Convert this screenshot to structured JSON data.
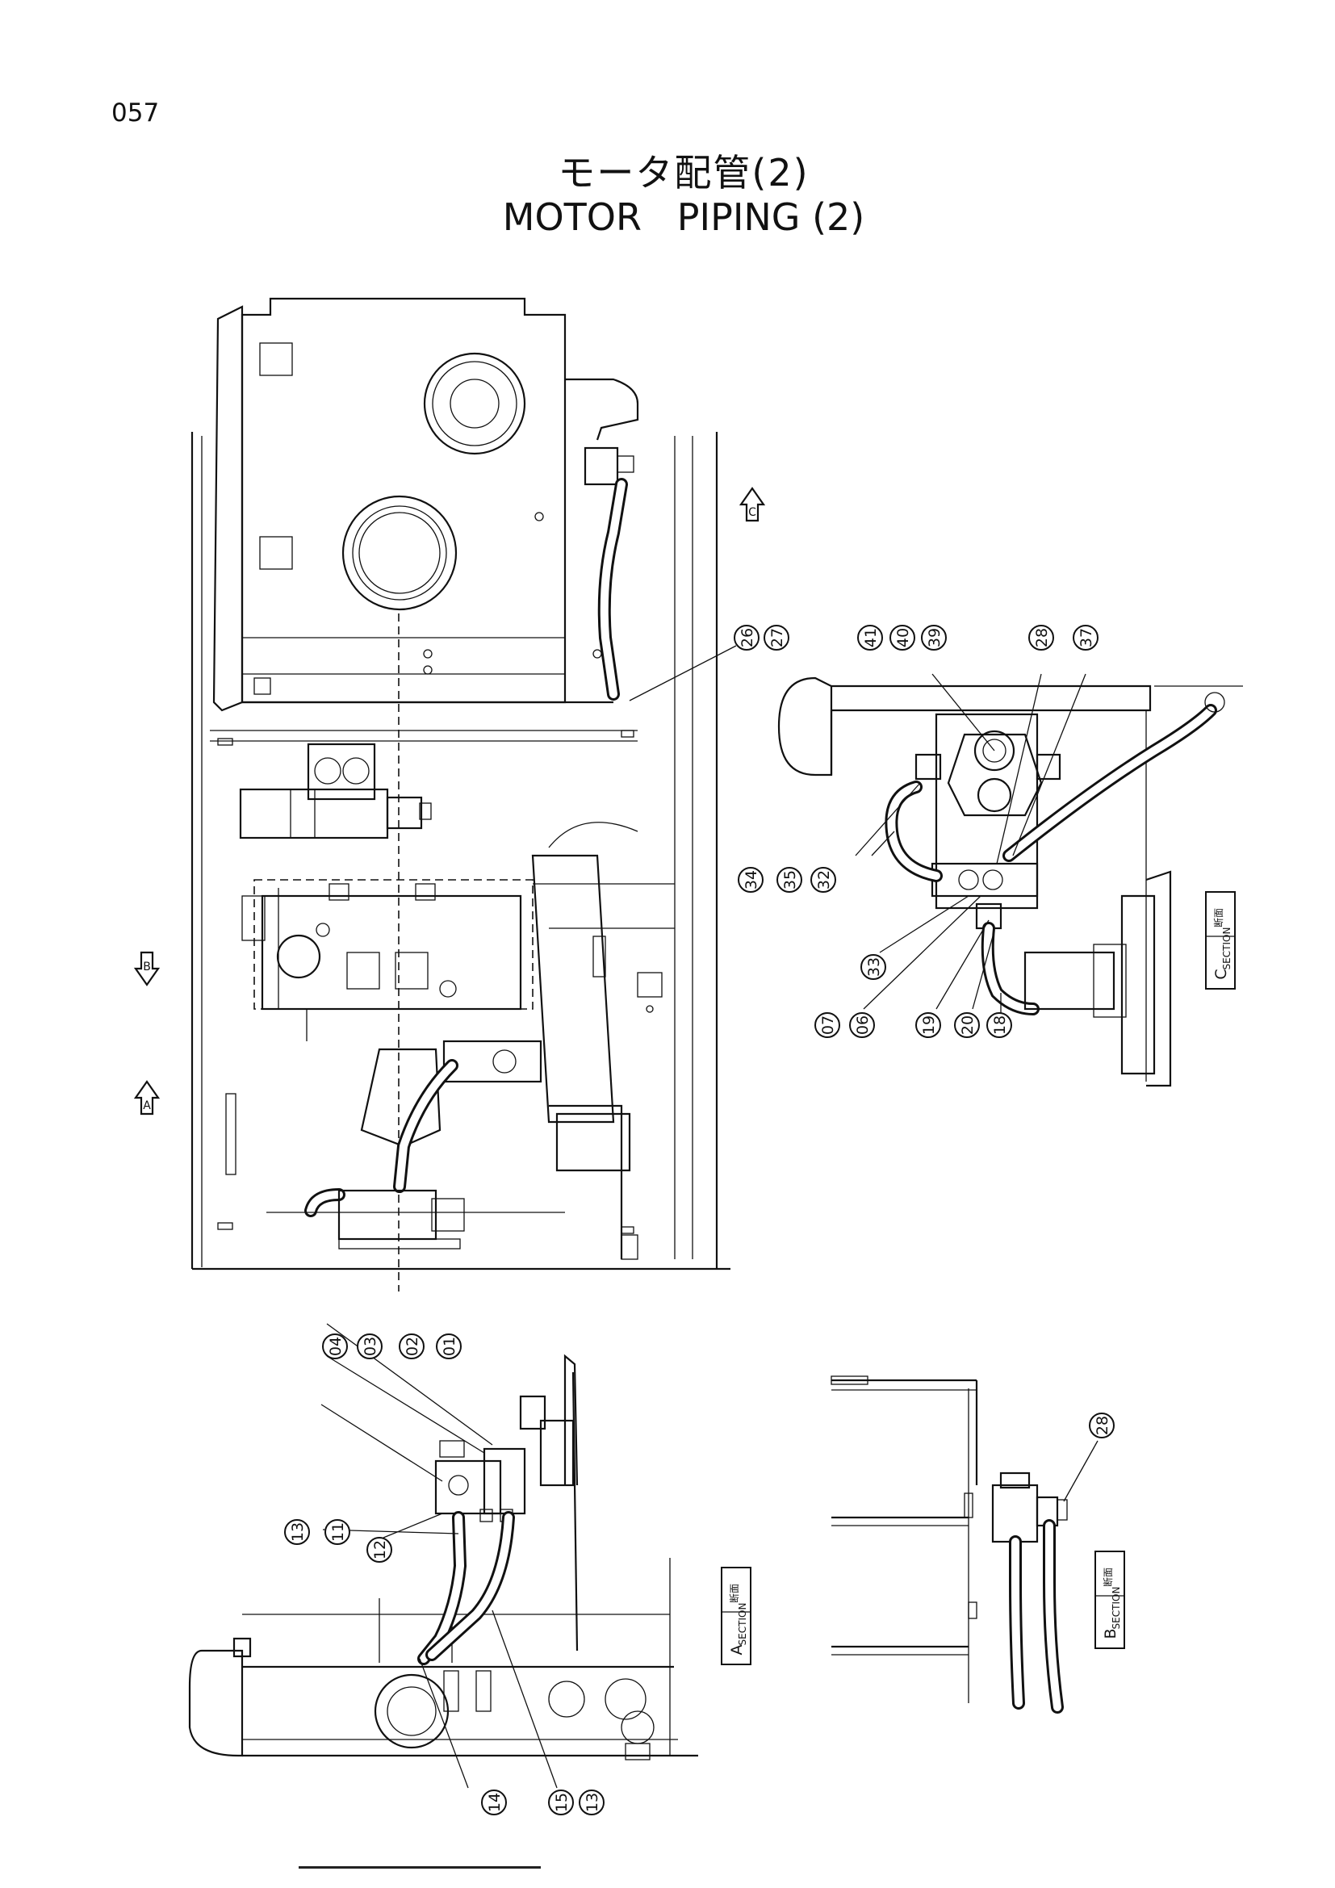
{
  "page_number": "057",
  "title_jp": "モータ配管(2)",
  "title_en": "MOTOR   PIPING (2)",
  "view_arrows": [
    {
      "id": "C",
      "label": "C"
    },
    {
      "id": "B",
      "label": "B"
    },
    {
      "id": "A",
      "label": "A"
    }
  ],
  "section_labels": [
    {
      "id": "C",
      "line1": "断面",
      "line2": "SECTION",
      "letter": "C"
    },
    {
      "id": "A",
      "line1": "断面",
      "line2": "SECTION",
      "letter": "A"
    },
    {
      "id": "B",
      "line1": "断面",
      "line2": "SECTION",
      "letter": "B"
    }
  ],
  "callouts": {
    "main_view": [
      "26",
      "27"
    ],
    "section_c_top": [
      "41",
      "40",
      "39",
      "28",
      "37"
    ],
    "section_c_left": [
      "34",
      "35",
      "32"
    ],
    "section_c_bottom": [
      "33",
      "07",
      "06",
      "19",
      "20",
      "18"
    ],
    "section_a_top": [
      "04",
      "03",
      "02",
      "01"
    ],
    "section_a_left": [
      "13",
      "11",
      "12"
    ],
    "section_a_bottom": [
      "14",
      "15",
      "13"
    ],
    "section_b": [
      "28"
    ]
  }
}
